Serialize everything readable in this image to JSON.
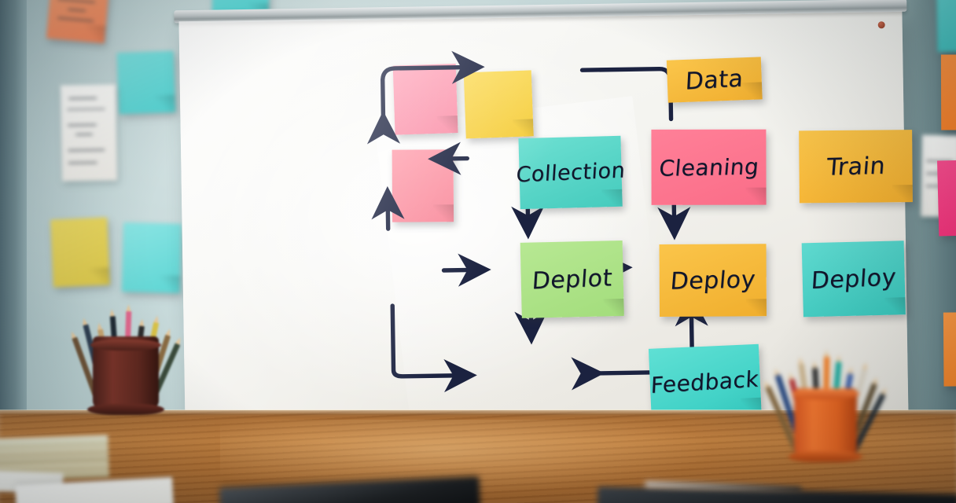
{
  "scene": {
    "title": "Whiteboard ML pipeline flowchart with sticky notes",
    "wall_color": "#c3d7d8",
    "desk_color": "#b07a3a",
    "board_color": "#f6f5f1",
    "ink_color": "#1b2240"
  },
  "flowchart": {
    "nodes": [
      {
        "id": "data",
        "label": "Data",
        "color": "#f7bc3c",
        "color_name": "yellow"
      },
      {
        "id": "collection",
        "label": "Collection",
        "color": "#4fd2c4",
        "color_name": "teal"
      },
      {
        "id": "cleaning",
        "label": "Cleaning",
        "color": "#fa7389",
        "color_name": "pink"
      },
      {
        "id": "train",
        "label": "Train",
        "color": "#f7bc3c",
        "color_name": "yellow"
      },
      {
        "id": "deplot",
        "label": "Deplot",
        "color": "#ace083",
        "color_name": "green"
      },
      {
        "id": "deploy_mid",
        "label": "Deploy",
        "color": "#f7bc3c",
        "color_name": "yellow"
      },
      {
        "id": "deploy_right",
        "label": "Deploy",
        "color": "#45cdc2",
        "color_name": "teal"
      },
      {
        "id": "feedback",
        "label": "Feedback",
        "color": "#3fd2c6",
        "color_name": "teal"
      }
    ],
    "edges": [
      {
        "from": "collection",
        "to": "data",
        "style": "elbow-up-right",
        "arrowhead": "both"
      },
      {
        "from": "data",
        "to": "train",
        "style": "elbow-right-down",
        "arrowhead": "none"
      },
      {
        "from": "cleaning",
        "to": "collection",
        "style": "straight-left",
        "arrowhead": "end"
      },
      {
        "from": "train",
        "to": "cleaning",
        "style": "straight-left",
        "arrowhead": "end"
      },
      {
        "from": "cleaning",
        "to": "deploy_mid",
        "style": "straight-down",
        "arrowhead": "end"
      },
      {
        "from": "deplot",
        "to": "collection",
        "style": "straight-up",
        "arrowhead": "end"
      },
      {
        "from": "train",
        "to": "deploy_right",
        "style": "straight-down",
        "arrowhead": "end"
      },
      {
        "from": "deplot",
        "to": "deploy_mid",
        "style": "straight-right",
        "arrowhead": "end"
      },
      {
        "from": "deploy_mid",
        "to": "deploy_right",
        "style": "straight-right",
        "arrowhead": "end"
      },
      {
        "from": "deploy_mid",
        "to": "feedback",
        "style": "straight-down",
        "arrowhead": "end"
      },
      {
        "from": "deplot",
        "to": "feedback",
        "style": "elbow-down-right",
        "arrowhead": "end"
      },
      {
        "from": "deploy_right",
        "to": "feedback",
        "style": "elbow-up-left",
        "arrowhead": "both"
      }
    ]
  },
  "decor": {
    "board_notes": [
      {
        "name": "pink-note-top-left",
        "color": "#fa90a8"
      },
      {
        "name": "pink-note-left",
        "color": "#f98b9c"
      },
      {
        "name": "yellow-note-top-left",
        "color": "#f5cd3d"
      },
      {
        "name": "orange-note-right-top",
        "color": "#f97d22"
      },
      {
        "name": "magenta-note-right",
        "color": "#f82a77"
      },
      {
        "name": "orange-note-right-bottom",
        "color": "#f9811f"
      }
    ],
    "wall_notes": [
      {
        "name": "orange-note-wall-top-left",
        "color": "#f1855a",
        "has_writing": true
      },
      {
        "name": "teal-note-wall-top-left",
        "color": "#55d2d1",
        "has_writing": false
      },
      {
        "name": "teal-note-wall-top",
        "color": "#4fd0cf",
        "has_writing": false
      },
      {
        "name": "yellow-note-wall-left",
        "color": "#ddc94b",
        "has_writing": false
      },
      {
        "name": "teal-note-wall-left",
        "color": "#5ed6d4",
        "has_writing": false
      },
      {
        "name": "teal-note-wall-right",
        "color": "#3fbfbd",
        "has_writing": false
      },
      {
        "name": "pink-note-wall-right",
        "color": "#f42a74",
        "has_writing": false
      }
    ],
    "papers": [
      {
        "name": "paper-note-left",
        "writing": "illegible handwriting"
      },
      {
        "name": "paper-note-right",
        "writing": "illegible handwriting"
      }
    ]
  },
  "desk_items": [
    {
      "name": "pencil-cup-left",
      "cup_color": "#5e271e",
      "cup_color_name": "dark brown",
      "contents": "pencils"
    },
    {
      "name": "pencil-cup-right",
      "cup_color": "#e2621f",
      "cup_color_name": "orange",
      "contents": "pens and pencils"
    },
    {
      "name": "book-stack",
      "color": "#d8cfae"
    },
    {
      "name": "paper-sheets",
      "color": "#f5f5f0"
    },
    {
      "name": "dark-device",
      "color": "#1a1d20"
    }
  ]
}
